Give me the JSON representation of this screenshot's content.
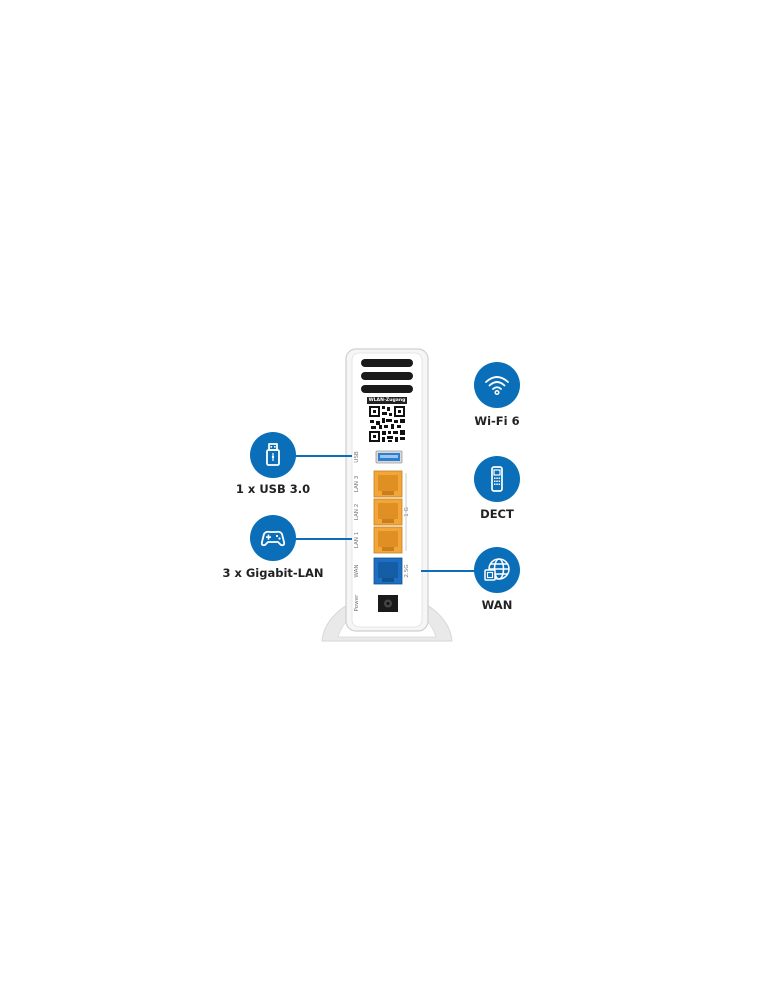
{
  "features": {
    "usb": {
      "label": "1 x USB 3.0",
      "icon": "usb-stick-icon"
    },
    "lan": {
      "label": "3 x Gigabit-LAN",
      "icon": "gamepad-icon"
    },
    "wifi": {
      "label": "Wi-Fi 6",
      "icon": "wifi-icon"
    },
    "dect": {
      "label": "DECT",
      "icon": "cordless-phone-icon"
    },
    "wan": {
      "label": "WAN",
      "icon": "globe-network-icon"
    }
  },
  "router": {
    "qr_caption": "WLAN-Zugang",
    "ports": {
      "usb": "USB",
      "lan3": "LAN 3",
      "lan2": "LAN 2",
      "lan1": "LAN 1",
      "lan_speed": "1 G",
      "wan": "WAN",
      "wan_speed": "2.5G",
      "power": "Power"
    }
  },
  "colors": {
    "accent": "#0a6fb8",
    "lan_port": "#f2a63a",
    "wan_port": "#1c6fc4",
    "usb_port": "#2f7fd1"
  }
}
